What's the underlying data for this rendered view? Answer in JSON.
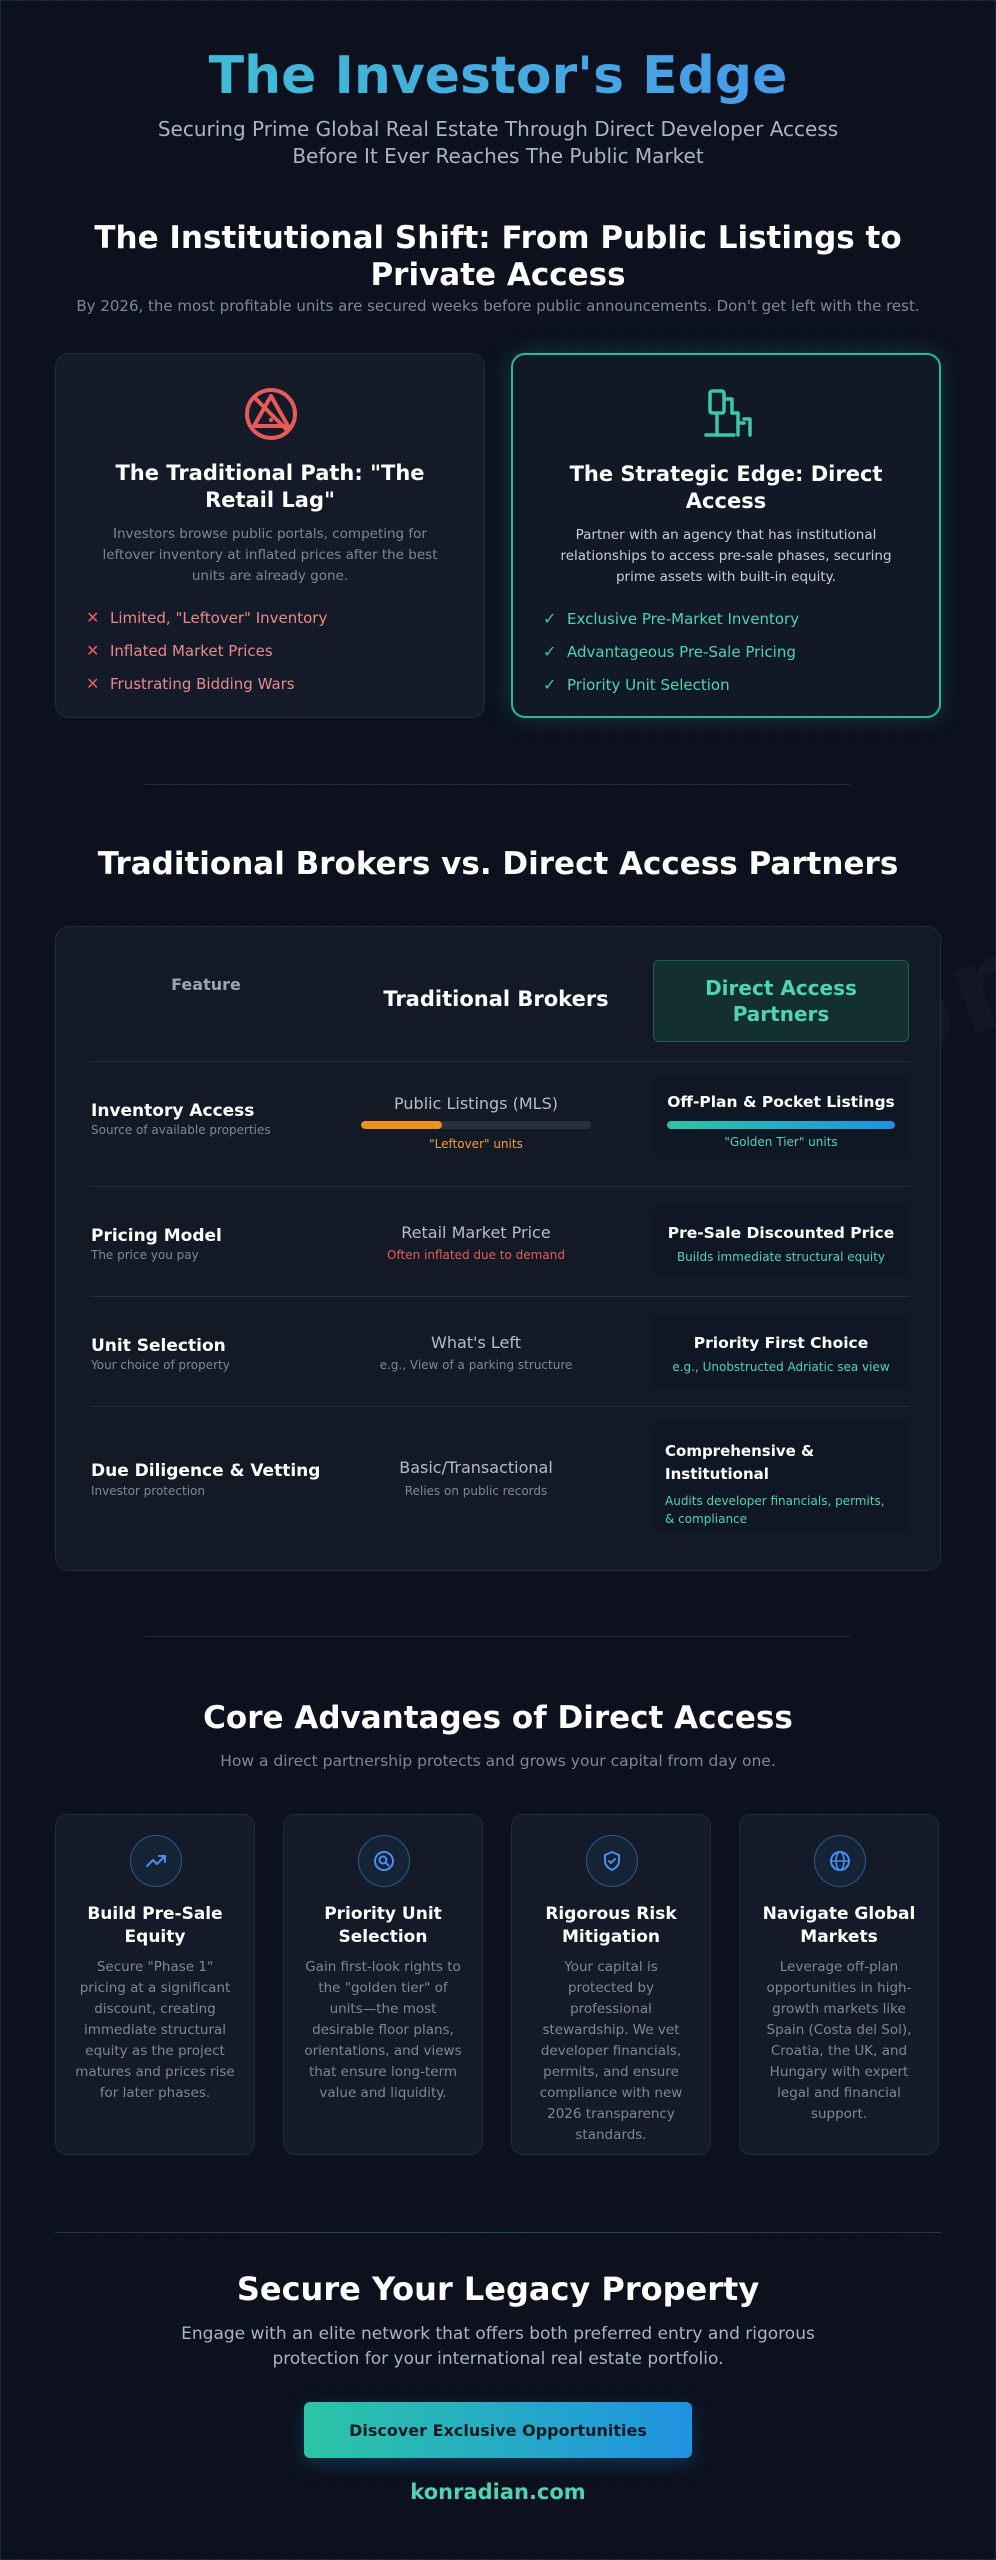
{
  "header": {
    "title": "The Investor's Edge",
    "subtitle_line1": "Securing Prime Global Real Estate Through Direct Developer Access",
    "subtitle_line2": "Before It Ever Reaches The Public Market"
  },
  "shift": {
    "title": "The Institutional Shift: From Public Listings to Private Access",
    "subtitle": "By 2026, the most profitable units are secured weeks before public announcements. Don't get left with the rest.",
    "traditional": {
      "icon": "alert-icon",
      "title": "The Traditional Path: \"The Retail Lag\"",
      "description": "Investors browse public portals, competing for leftover inventory at inflated prices after the best units are already gone.",
      "items": [
        "Limited, \"Leftover\" Inventory",
        "Inflated Market Prices",
        "Frustrating Bidding Wars"
      ]
    },
    "strategic": {
      "icon": "access-icon",
      "title": "The Strategic Edge: Direct Access",
      "description": "Partner with an agency that has institutional relationships to access pre-sale phases, securing prime assets with built-in equity.",
      "items": [
        "Exclusive Pre-Market Inventory",
        "Advantageous Pre-Sale Pricing",
        "Priority Unit Selection"
      ]
    }
  },
  "comparison": {
    "title": "Traditional Brokers vs. Direct Access Partners",
    "headers": {
      "feature": "Feature",
      "traditional": "Traditional Brokers",
      "direct": "Direct Access Partners"
    },
    "rows": [
      {
        "feature": "Inventory Access",
        "feature_sub": "Source of available properties",
        "traditional": "Public Listings (MLS)",
        "traditional_note": "\"Leftover\" units",
        "traditional_fill": 0.35,
        "direct": "Off-Plan & Pocket Listings",
        "direct_note": "\"Golden Tier\" units",
        "direct_fill": 1.0
      },
      {
        "feature": "Pricing Model",
        "feature_sub": "The price you pay",
        "traditional": "Retail Market Price",
        "traditional_note": "Often inflated due to demand",
        "direct": "Pre-Sale Discounted Price",
        "direct_note": "Builds immediate structural equity"
      },
      {
        "feature": "Unit Selection",
        "feature_sub": "Your choice of property",
        "traditional": "What's Left",
        "traditional_note": "e.g., View of a parking structure",
        "direct": "Priority First Choice",
        "direct_note": "e.g., Unobstructed Adriatic sea view"
      },
      {
        "feature": "Due Diligence & Vetting",
        "feature_sub": "Investor protection",
        "traditional": "Basic/Transactional",
        "traditional_note": "Relies on public records",
        "direct": "Comprehensive & Institutional",
        "direct_note": "Audits developer financials, permits, & compliance"
      }
    ]
  },
  "advantages": {
    "title": "Core Advantages of Direct Access",
    "subtitle": "How a direct partnership protects and grows your capital from day one.",
    "cards": [
      {
        "icon": "trending-up-icon",
        "title": "Build Pre-Sale Equity",
        "description": "Secure \"Phase 1\" pricing at a significant discount, creating immediate structural equity as the project matures and prices rise for later phases."
      },
      {
        "icon": "search-icon",
        "title": "Priority Unit Selection",
        "description": "Gain first-look rights to the \"golden tier\" of units—the most desirable floor plans, orientations, and views that ensure long-term value and liquidity."
      },
      {
        "icon": "shield-check-icon",
        "title": "Rigorous Risk Mitigation",
        "description": "Your capital is protected by professional stewardship. We vet developer financials, permits, and ensure compliance with new 2026 transparency standards."
      },
      {
        "icon": "globe-icon",
        "title": "Navigate Global Markets",
        "description": "Leverage off-plan opportunities in high-growth markets like Spain (Costa del Sol), Croatia, the UK, and Hungary with expert legal and financial support."
      }
    ]
  },
  "cta": {
    "title": "Secure Your Legacy Property",
    "subtitle": "Engage with an elite network that offers both preferred entry and rigorous protection for your international real estate portfolio.",
    "button": "Discover Exclusive Opportunities",
    "link": "konradian.com"
  },
  "watermark": "konradian.com",
  "colors": {
    "background": "#0c111d",
    "accent_teal": "#4fd3b0",
    "accent_blue": "#4a8ff0",
    "danger": "#e06060",
    "warning": "#f0901e"
  }
}
